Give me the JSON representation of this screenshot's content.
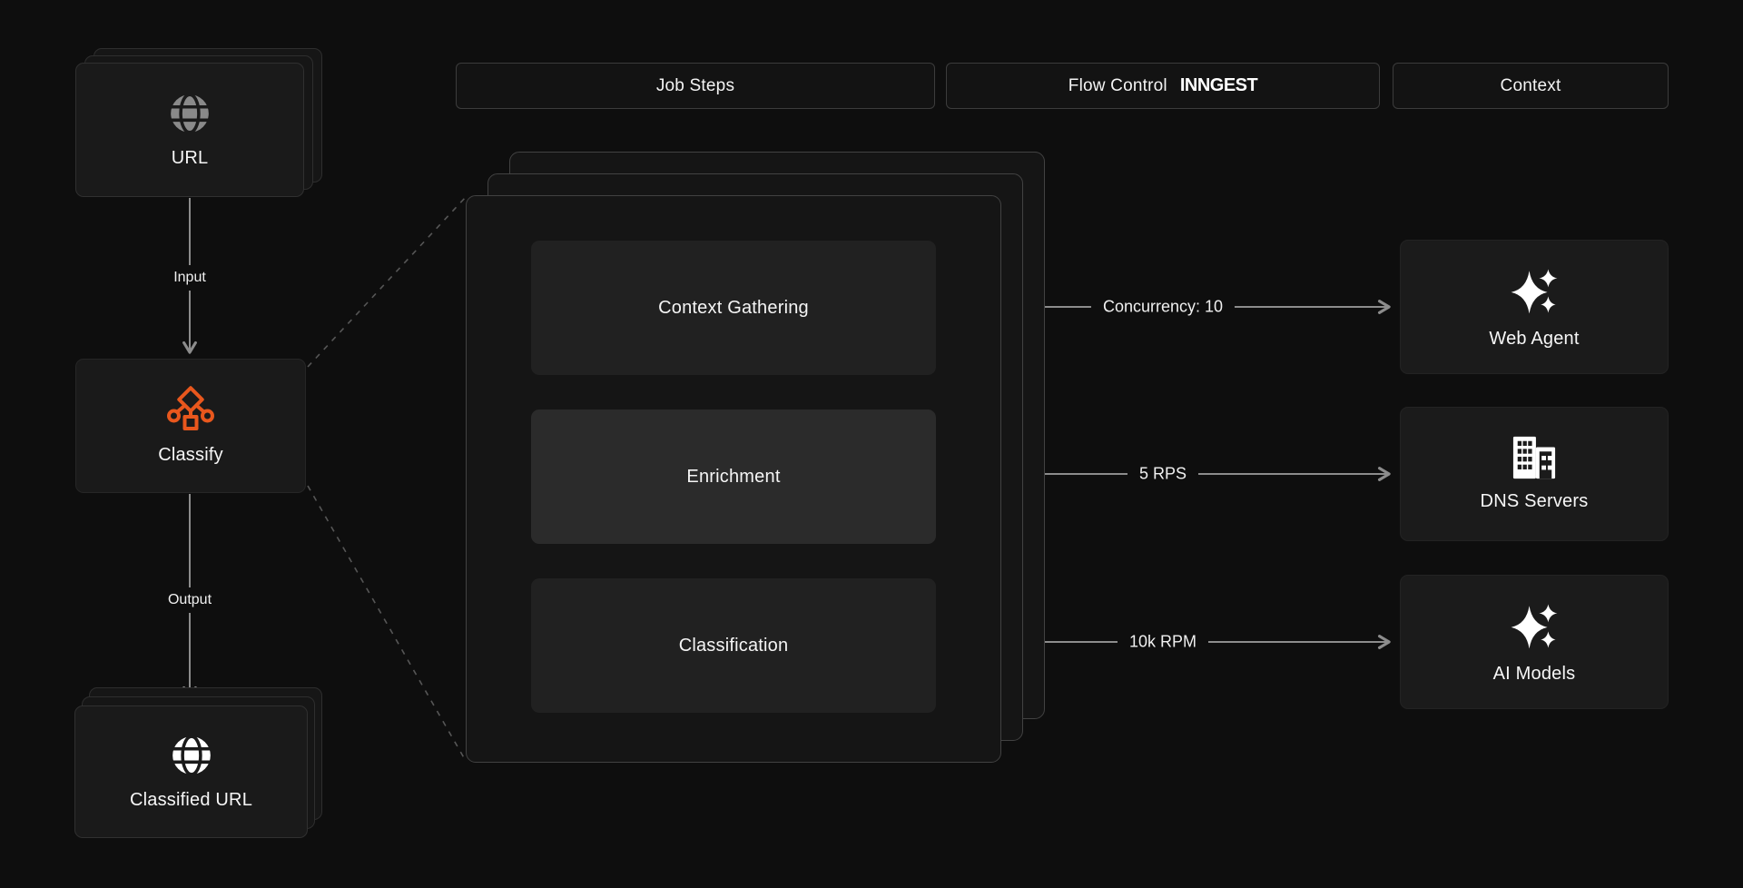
{
  "headers": {
    "job_steps": "Job Steps",
    "flow_control": "Flow Control",
    "flow_control_logo": "INNGEST",
    "context": "Context"
  },
  "pipeline": {
    "input_node": "URL",
    "input_edge": "Input",
    "process_node": "Classify",
    "output_edge": "Output",
    "output_node": "Classified URL"
  },
  "job_steps": [
    {
      "label": "Context Gathering",
      "highlighted": false
    },
    {
      "label": "Enrichment",
      "highlighted": true
    },
    {
      "label": "Classification",
      "highlighted": false
    }
  ],
  "flow_controls": [
    {
      "label": "Concurrency: 10"
    },
    {
      "label": "5 RPS"
    },
    {
      "label": "10k RPM"
    }
  ],
  "context_nodes": [
    {
      "label": "Web Agent",
      "icon": "sparkles-icon"
    },
    {
      "label": "DNS Servers",
      "icon": "buildings-icon"
    },
    {
      "label": "AI Models",
      "icon": "sparkles-icon"
    }
  ],
  "colors": {
    "accent_orange": "#E8571D",
    "arrow_gray": "#8C8C8C",
    "background": "#0E0E0E"
  }
}
